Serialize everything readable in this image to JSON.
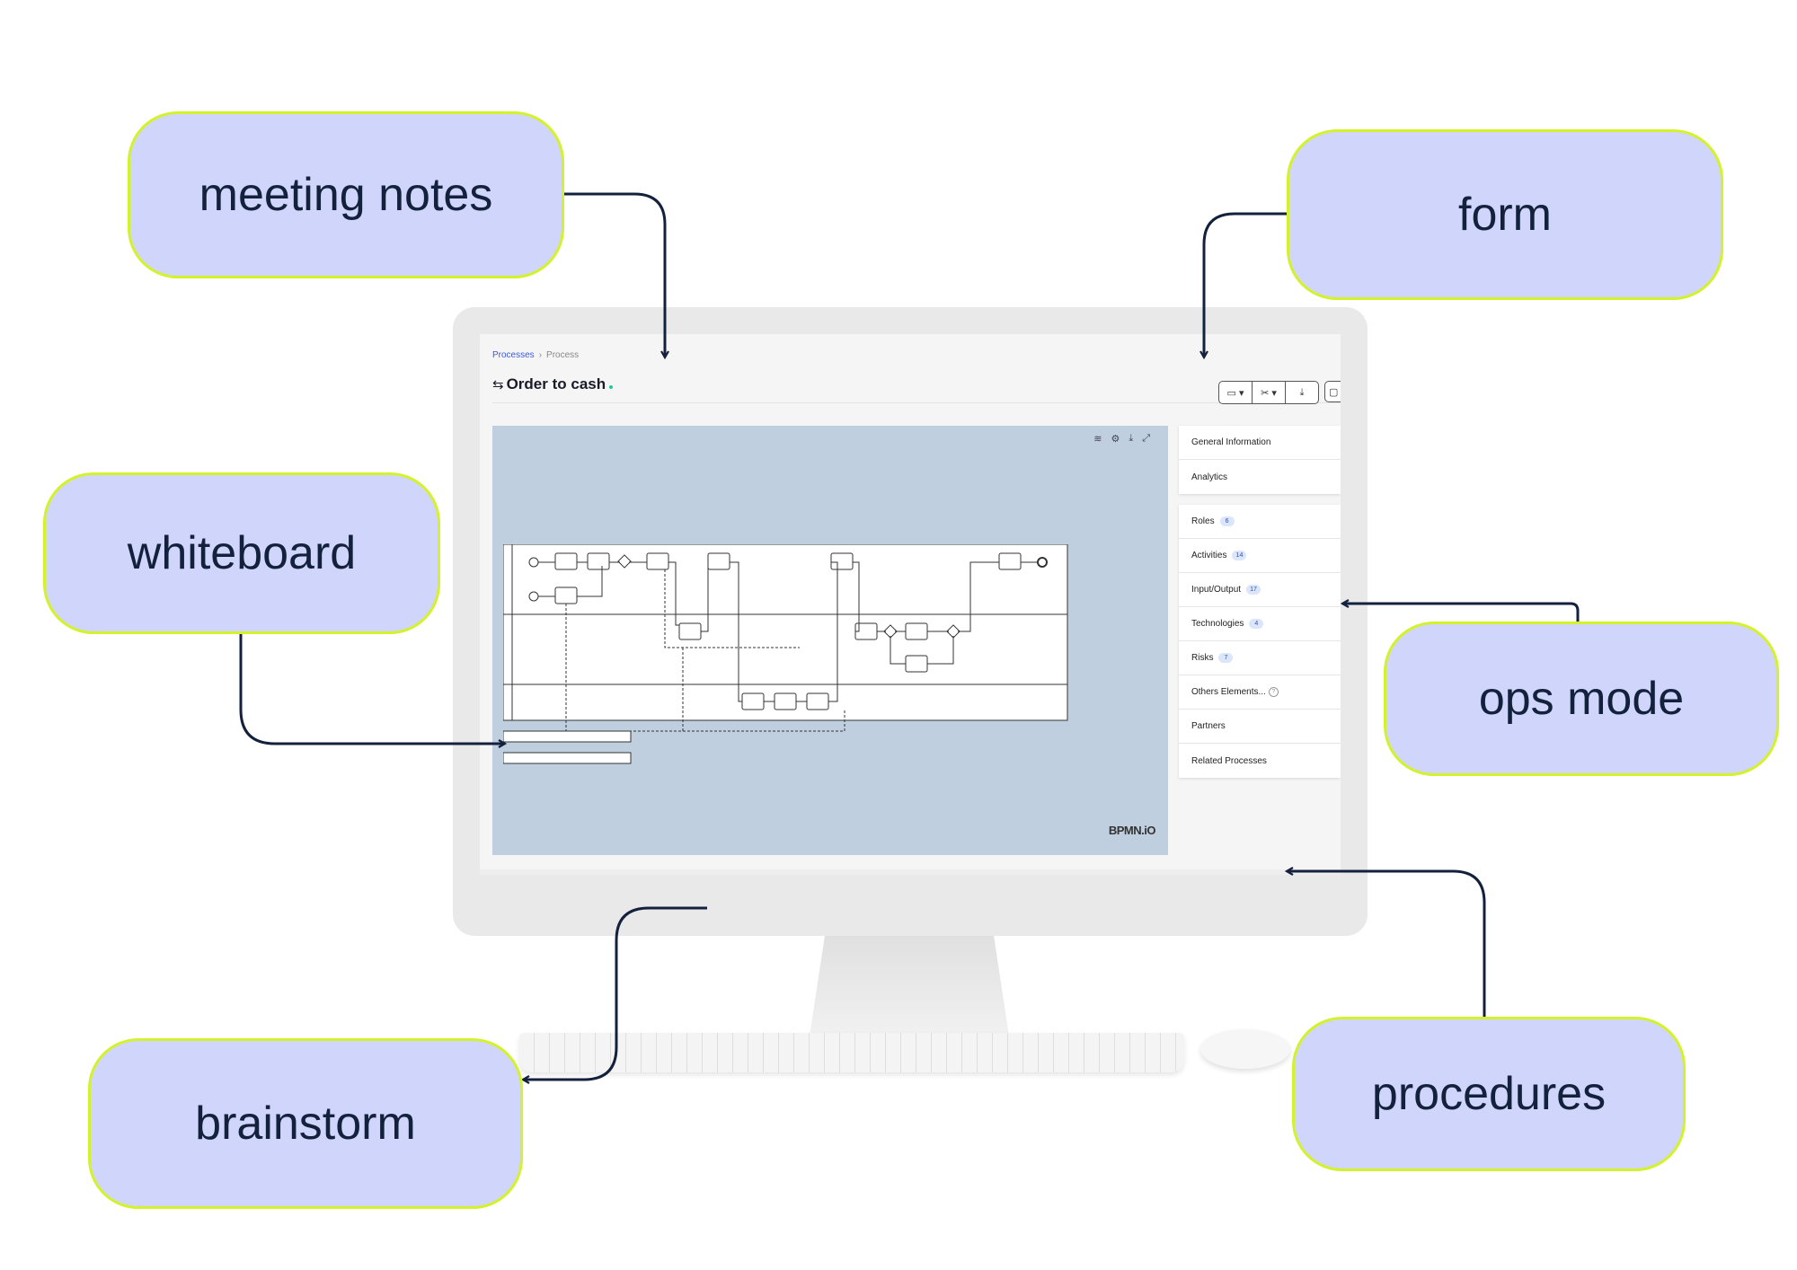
{
  "callouts": {
    "meeting_notes": "meeting notes",
    "form": "form",
    "whiteboard": "whiteboard",
    "ops_mode": "ops mode",
    "brainstorm": "brainstorm",
    "procedures": "procedures"
  },
  "app": {
    "breadcrumb": {
      "root": "Processes",
      "separator": "›",
      "current": "Process"
    },
    "title": "Order to cash",
    "toolbar": {
      "view": "▭ ▾",
      "tools": "✂ ▾",
      "download": "⤓",
      "comment": "▢"
    },
    "canvas": {
      "tools": {
        "layers": "≋",
        "settings": "⚙",
        "download": "⤓",
        "fullscreen": "⤢"
      },
      "logo": "BPMN.iO"
    },
    "sidebar": {
      "info_items": [
        {
          "label": "General Information"
        },
        {
          "label": "Analytics"
        }
      ],
      "sections": [
        {
          "label": "Roles",
          "count": "6"
        },
        {
          "label": "Activities",
          "count": "14"
        },
        {
          "label": "Input/Output",
          "count": "17"
        },
        {
          "label": "Technologies",
          "count": "4"
        },
        {
          "label": "Risks",
          "count": "7"
        },
        {
          "label": "Others Elements...",
          "help": "?"
        },
        {
          "label": "Partners"
        },
        {
          "label": "Related Processes"
        }
      ]
    }
  },
  "colors": {
    "pill_fill": "#d0d5fb",
    "pill_border": "#d4f22a",
    "pill_text": "#14213d",
    "arrow": "#14213d",
    "canvas_bg": "#bfcfdf",
    "link": "#3b5bdb"
  }
}
